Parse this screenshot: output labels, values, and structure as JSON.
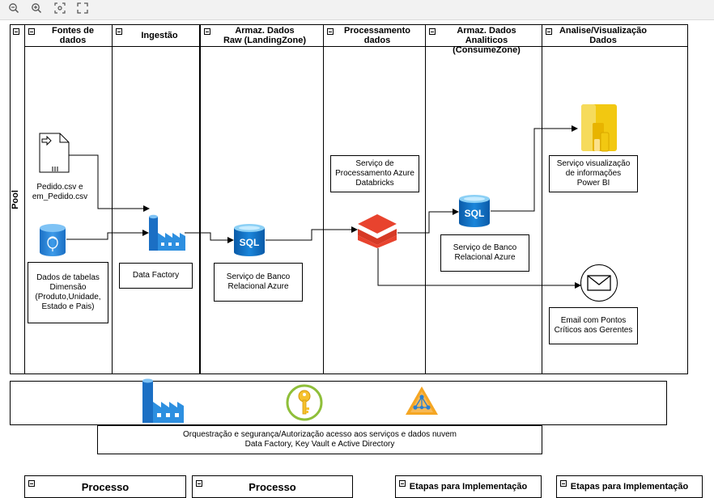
{
  "toolbar": {
    "zoom_out_icon": "zoom-out-icon",
    "zoom_in_icon": "zoom-in-icon",
    "fit_icon": "fit-icon",
    "fullscreen_icon": "fullscreen-icon"
  },
  "pool": {
    "label": "Pool"
  },
  "lanes": [
    {
      "title_l1": "Fontes de",
      "title_l2": "dados"
    },
    {
      "title_l1": "Ingestão",
      "title_l2": ""
    },
    {
      "title_l1": "Armaz. Dados",
      "title_l2": "Raw (LandingZone)"
    },
    {
      "title_l1": "Processamento",
      "title_l2": "dados"
    },
    {
      "title_l1": "Armaz. Dados",
      "title_l2": "Analiticos (ConsumeZone)"
    },
    {
      "title_l1": "Analise/Visualização",
      "title_l2": "Dados"
    }
  ],
  "nodes": {
    "file_l1": "Pedido.csv e",
    "file_l2": "em_Pedido.csv",
    "dim_l1": "Dados de tabelas",
    "dim_l2": "Dimensão",
    "dim_l3": "(Produto,Unidade,",
    "dim_l4": "Estado e Pais)",
    "datafactory": "Data Factory",
    "sqlraw_l1": "Serviço de Banco",
    "sqlraw_l2": "Relacional Azure",
    "databricks_l1": "Serviço de",
    "databricks_l2": "Processamento Azure",
    "databricks_l3": "Databricks",
    "sqlconsume_l1": "Serviço de Banco",
    "sqlconsume_l2": "Relacional Azure",
    "powerbi_l1": "Serviço visualização",
    "powerbi_l2": "de informações",
    "powerbi_l3": "Power BI",
    "email_l1": "Email com Pontos",
    "email_l2": "Críticos aos Gerentes",
    "sql_text": "SQL"
  },
  "orchestration": {
    "l1": "Orquestração e segurança/Autorização acesso aos serviços e dados nuvem",
    "l2": "Data Factory, Key Vault e Active Directory"
  },
  "legend": [
    {
      "label": "Processo"
    },
    {
      "label": "Processo"
    },
    {
      "label": "Etapas para Implementação"
    },
    {
      "label": "Etapas para Implementação"
    }
  ],
  "colors": {
    "azure_blue": "#0078d4",
    "databricks_red": "#e8432e",
    "powerbi_yellow": "#f2c811",
    "keyvault_yellow": "#f6c12f",
    "ad_orange": "#f5a623"
  }
}
